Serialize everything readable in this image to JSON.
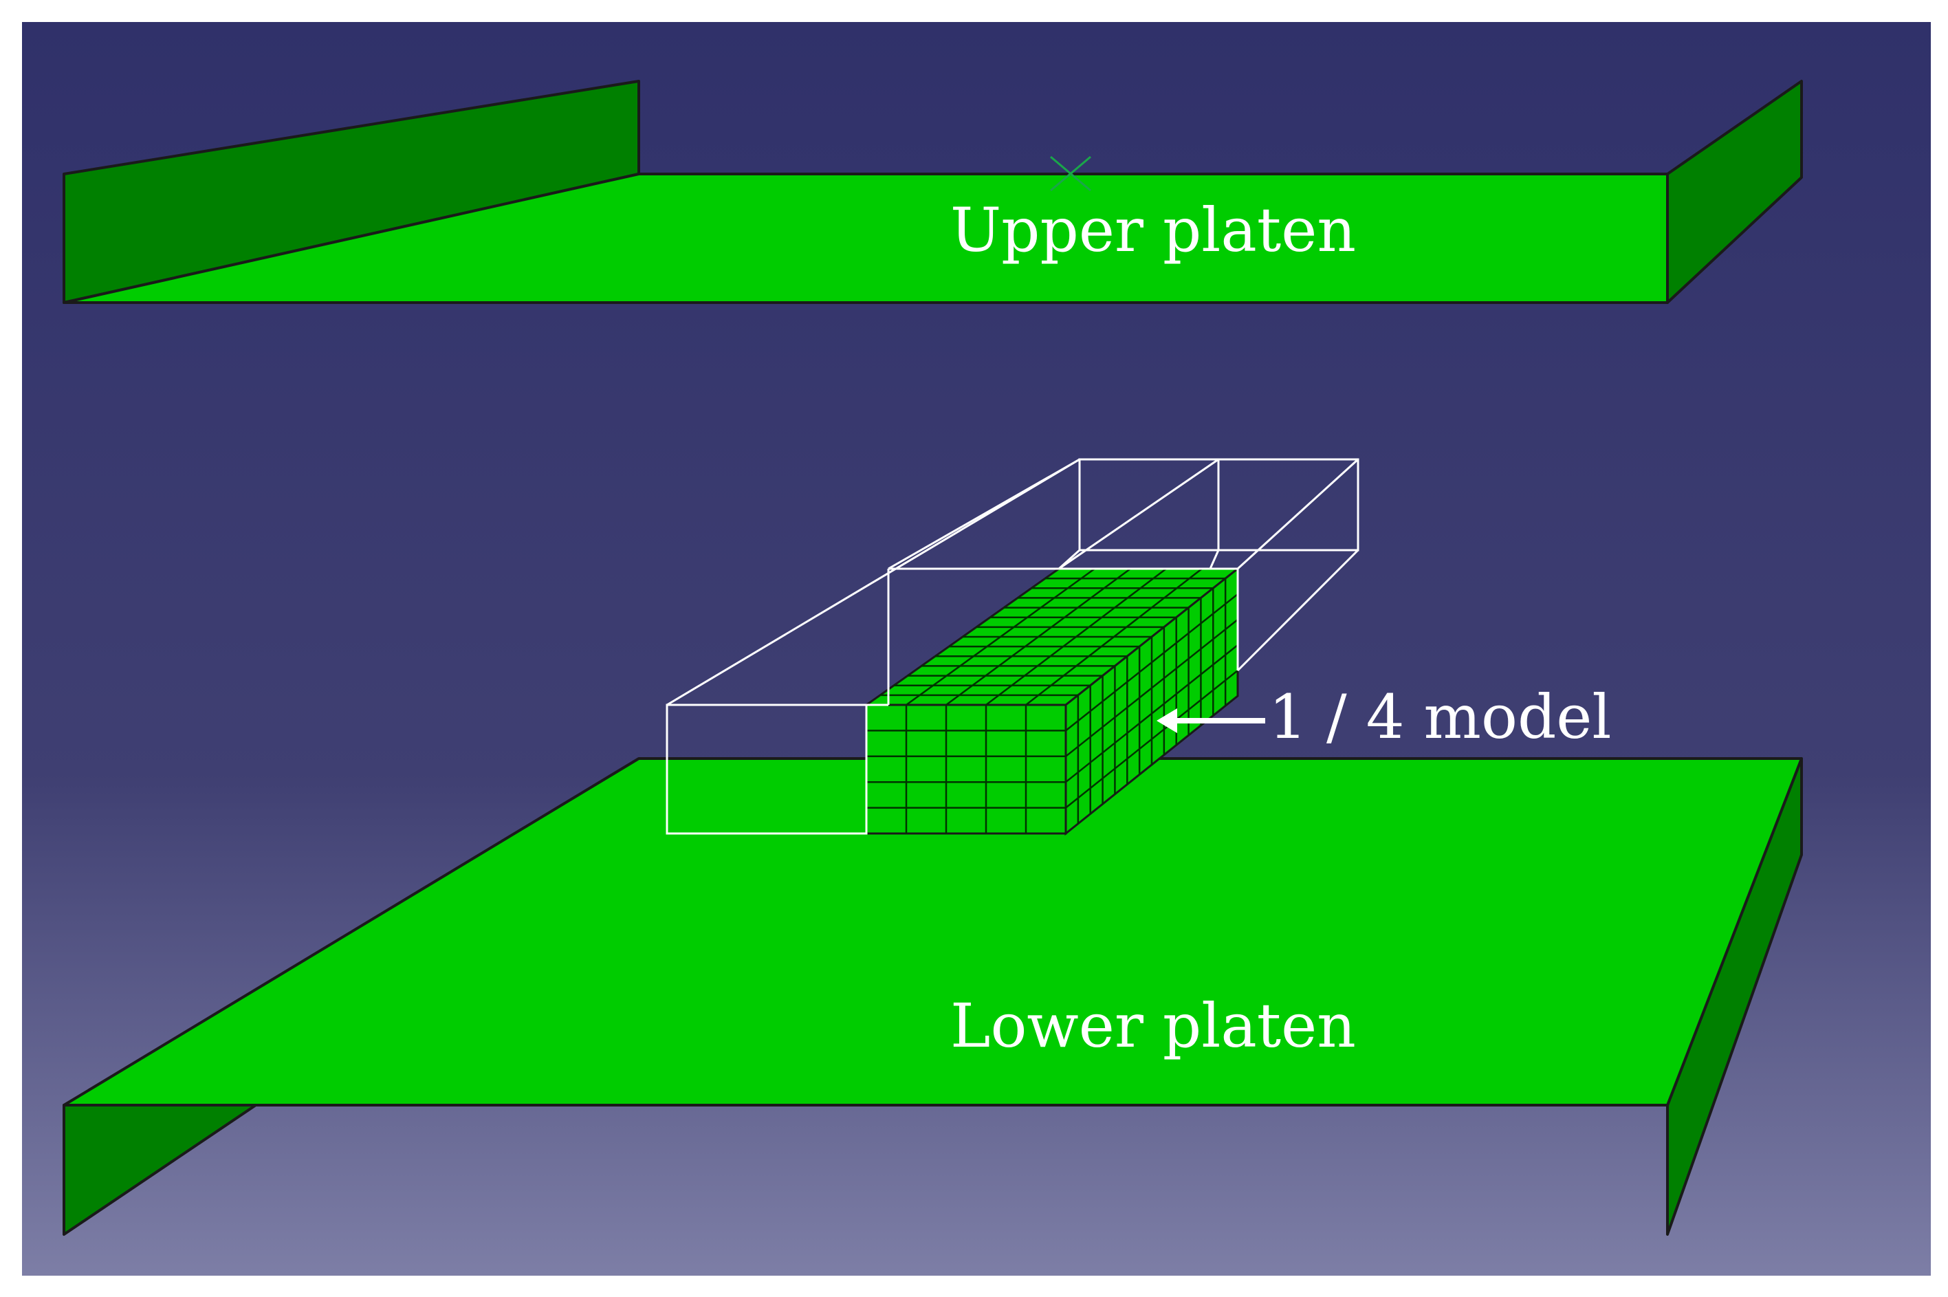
{
  "labels": {
    "upper_platen": "Upper platen",
    "lower_platen": "Lower platen",
    "model": "1 / 4 model"
  },
  "colors": {
    "background_top": "#30316a",
    "background_mid": "#3f3f72",
    "background_bottom": "#7d7ea6",
    "platen_face": "#00cc00",
    "platen_side": "#008000",
    "outline": "#1a1a1a",
    "mesh_line": "#003300",
    "wireframe": "#ffffff",
    "label": "#ffffff",
    "marker": "#1aa64a"
  },
  "mesh": {
    "front_columns": 5,
    "front_rows": 5,
    "depth_divisions": 14
  }
}
